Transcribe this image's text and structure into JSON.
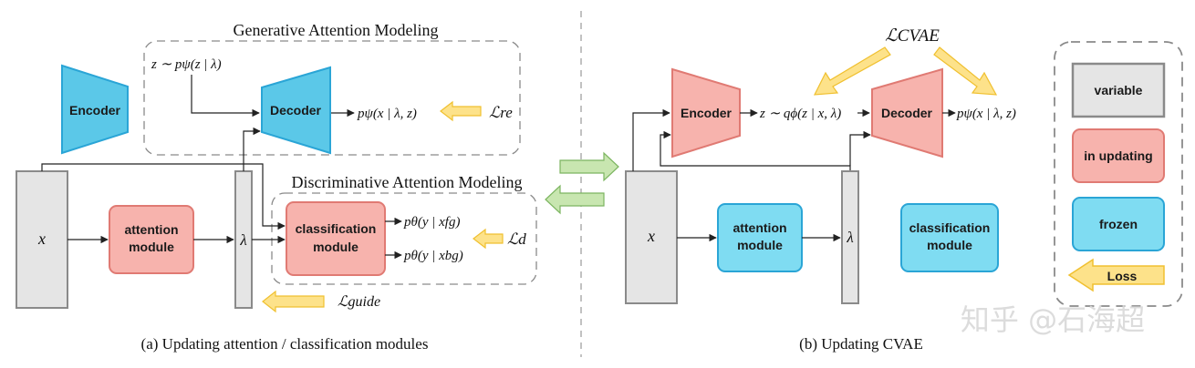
{
  "colors": {
    "encoder_blue": "#5bc8e8",
    "frozen_fill": "#7fdcf2",
    "frozen_stroke": "#2aa5d6",
    "updating_fill": "#f7b3ad",
    "updating_stroke": "#e07a73",
    "variable_fill": "#e5e5e5",
    "variable_stroke": "#8a8a8a",
    "arrow_yellow": "#fde28a",
    "arrow_yellow_stroke": "#f0c030",
    "switch_arrow_green": "#c8e6b0",
    "switch_arrow_stroke": "#7cb560"
  },
  "panel_a": {
    "gam_title": "Generative Attention Modeling",
    "dam_title": "Discriminative Attention Modeling",
    "encoder": "Encoder",
    "decoder": "Decoder",
    "prior": "z ∼ pψ(z | λ)",
    "recon": "pψ(x | λ, z)",
    "loss_re": "ℒre",
    "x": "x",
    "lambda": "λ",
    "attention_line1": "attention",
    "attention_line2": "module",
    "classification_line1": "classification",
    "classification_line2": "module",
    "p_fg": "pθ(y | xfg)",
    "p_bg": "pθ(y | xbg)",
    "loss_d": "ℒd",
    "loss_guide": "ℒguide",
    "caption": "(a) Updating attention / classification modules"
  },
  "panel_b": {
    "loss_cvae": "ℒCVAE",
    "encoder": "Encoder",
    "decoder": "Decoder",
    "posterior": "z ∼ qϕ(z | x, λ)",
    "recon": "pψ(x | λ, z)",
    "x": "x",
    "lambda": "λ",
    "attention_line1": "attention",
    "attention_line2": "module",
    "classification_line1": "classification",
    "classification_line2": "module",
    "caption": "(b) Updating CVAE"
  },
  "legend": {
    "variable": "variable",
    "updating": "in updating",
    "frozen": "frozen",
    "loss": "Loss"
  },
  "watermark": "知乎 @石海超"
}
